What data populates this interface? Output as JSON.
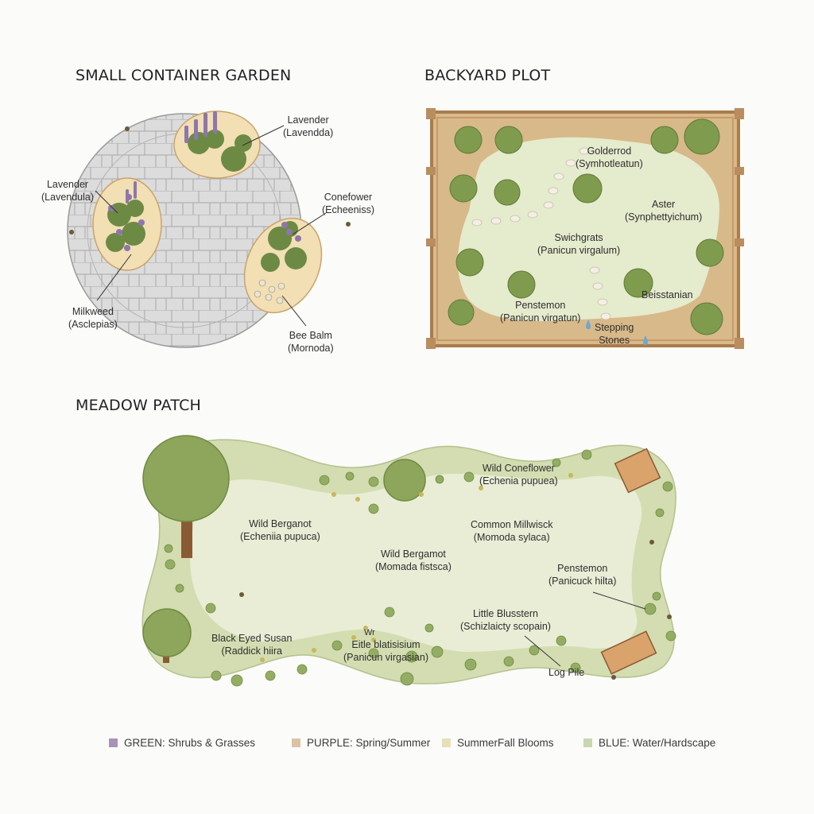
{
  "sections": {
    "container": {
      "title": "SMALL CONTAINER GARDEN",
      "labels": [
        {
          "name": "Lavender",
          "latin": "(Lavendda)"
        },
        {
          "name": "Lavender",
          "latin": "(Lavendula)"
        },
        {
          "name": "Conefower",
          "latin": "(Echeeniss)"
        },
        {
          "name": "Milkweed",
          "latin": "(Asclepias)"
        },
        {
          "name": "Bee Balm",
          "latin": "(Mornoda)"
        }
      ]
    },
    "backyard": {
      "title": "BACKYARD PLOT",
      "labels": [
        {
          "name": "Golderrod",
          "latin": "(Symhotleatun)"
        },
        {
          "name": "Aster",
          "latin": "(Synphettyichum)"
        },
        {
          "name": "Swichgrats",
          "latin": "(Panicun virgalum)"
        },
        {
          "name": "Penstemon",
          "latin": "(Panicun virgatun)"
        },
        {
          "name": "Beisstanian",
          "latin": ""
        },
        {
          "name": "Stepping",
          "latin": "Stones"
        }
      ]
    },
    "meadow": {
      "title": "MEADOW PATCH",
      "labels": [
        {
          "name": "Wild Coneflower",
          "latin": "(Echenia pupuea)"
        },
        {
          "name": "Wild Berganot",
          "latin": "(Echeniia pupuca)"
        },
        {
          "name": "Common Millwisck",
          "latin": "(Momoda sylaca)"
        },
        {
          "name": "Wild Bergamot",
          "latin": "(Momada fistsca)"
        },
        {
          "name": "Penstemon",
          "latin": "(Panicuck hilta)"
        },
        {
          "name": "Little Blusstern",
          "latin": "(Schizlaicty scopain)"
        },
        {
          "name": "Black Eyed Susan",
          "latin": "(Raddick hiira"
        },
        {
          "name": "Wr",
          "latin": ""
        },
        {
          "name": "Eitle blatisisium",
          "latin": "(Panicun virgasian)"
        },
        {
          "name": "Log Pile",
          "latin": ""
        }
      ]
    }
  },
  "legend": [
    {
      "label": "GREEN: Shrubs & Grasses",
      "color": "#a893b8"
    },
    {
      "label": "PURPLE: Spring/Summer",
      "color": "#dcc3a3"
    },
    {
      "label": "SummerFall Blooms",
      "color": "#e6e0b8"
    },
    {
      "label": "BLUE: Water/Hardscape",
      "color": "#c9d6b0"
    }
  ],
  "colors": {
    "paving": "#d9d9d9",
    "bed_fill": "#f2dfb4",
    "bed_edge": "#c9a36b",
    "soil": "#d8b98a",
    "lawn": "#e5ebcd",
    "timber": "#b98d5e",
    "shrub": "#7f9b4e",
    "meadow_outer": "#d3ddb1",
    "meadow_inner": "#e9edd6",
    "tree_canopy": "#8da65b",
    "trunk": "#8a5a34",
    "lavender": "#8e76ad",
    "water": "#6fa8cf"
  }
}
